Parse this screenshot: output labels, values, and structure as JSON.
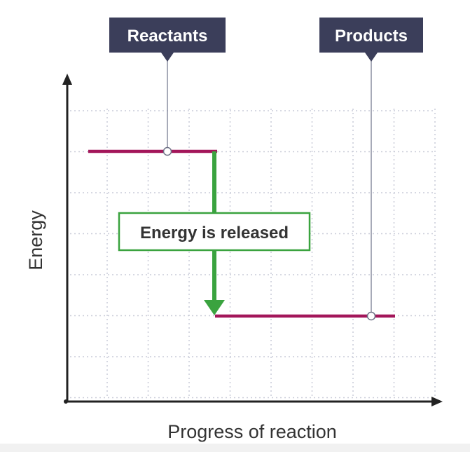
{
  "diagram": {
    "reactants_label": "Reactants",
    "products_label": "Products",
    "energy_label": "Energy is released",
    "y_axis_label": "Energy",
    "x_axis_label": "Progress of reaction",
    "colors": {
      "level_line": "#a3165a",
      "arrow": "#3aa33f",
      "label_box": "#3b3e5a",
      "axis": "#222222",
      "grid": "#c9ccd8",
      "pointer": "#8a8da0"
    }
  }
}
